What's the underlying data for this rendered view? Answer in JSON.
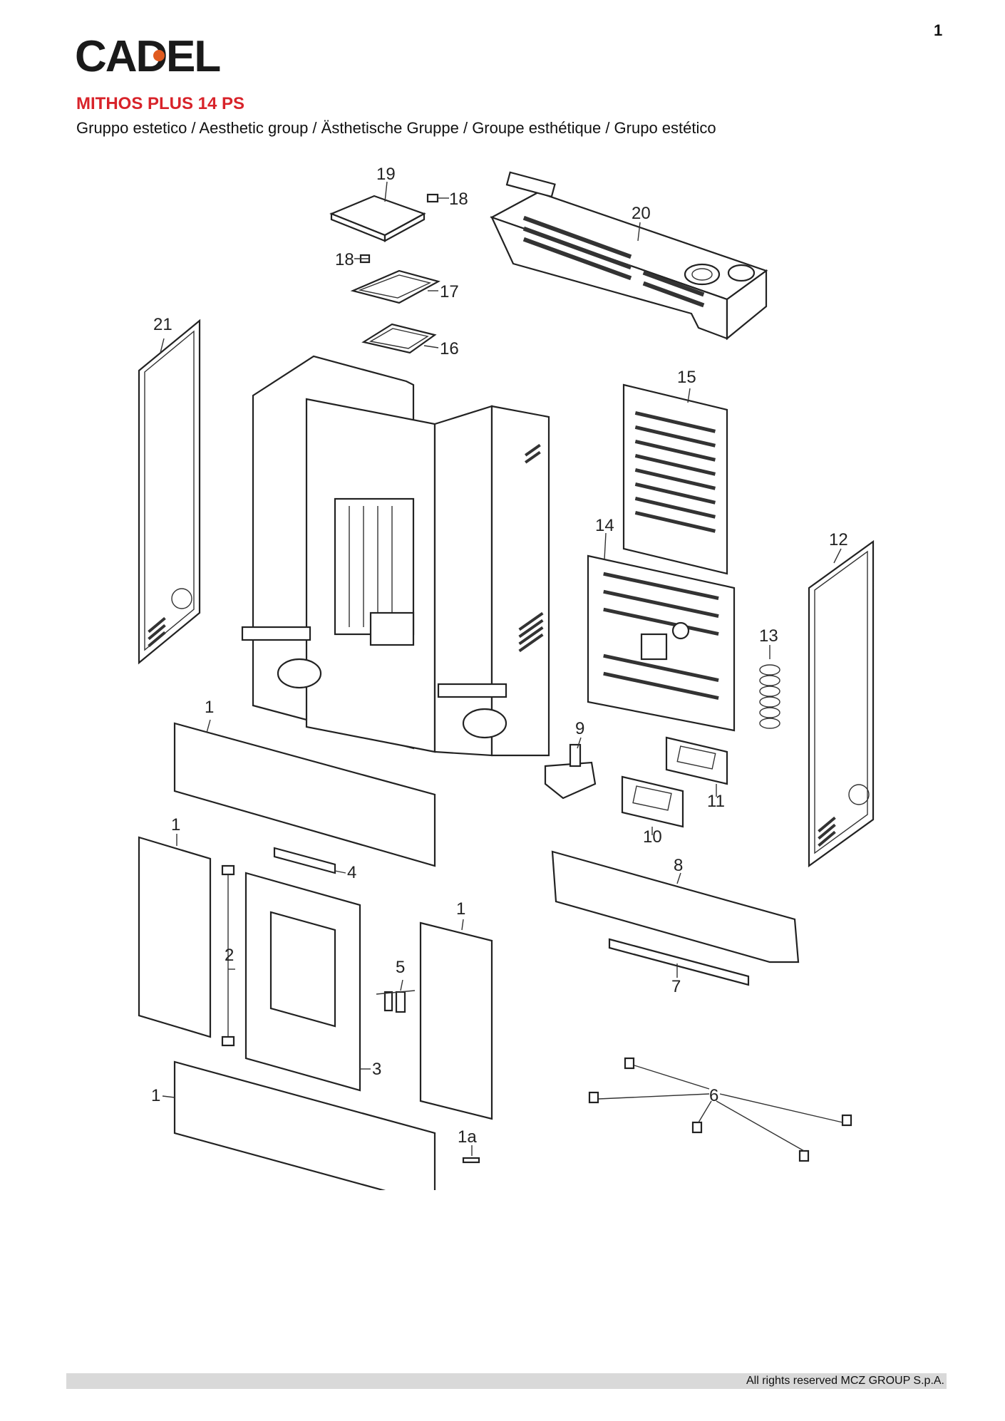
{
  "page_number": "1",
  "logo": {
    "text": "CADEL",
    "accent_color": "#e05a1e"
  },
  "title": "MITHOS PLUS 14 PS",
  "subtitle": "Gruppo estetico / Aesthetic group / Ästhetische Gruppe / Groupe esthétique / Grupo estético",
  "callouts": {
    "c1a": "1",
    "c1b": "1",
    "c1c": "1",
    "c1d": "1",
    "c1a_small": "1a",
    "c2": "2",
    "c3": "3",
    "c4": "4",
    "c5": "5",
    "c6": "6",
    "c7": "7",
    "c8": "8",
    "c9": "9",
    "c10": "10",
    "c11": "11",
    "c12": "12",
    "c13": "13",
    "c14": "14",
    "c15": "15",
    "c16": "16",
    "c17": "17",
    "c18a": "18",
    "c18b": "18",
    "c19": "19",
    "c20": "20",
    "c21": "21"
  },
  "colors": {
    "title": "#d8232a",
    "footer_bar": "#d9d9d9"
  },
  "footer": "All rights reserved MCZ GROUP S.p.A."
}
